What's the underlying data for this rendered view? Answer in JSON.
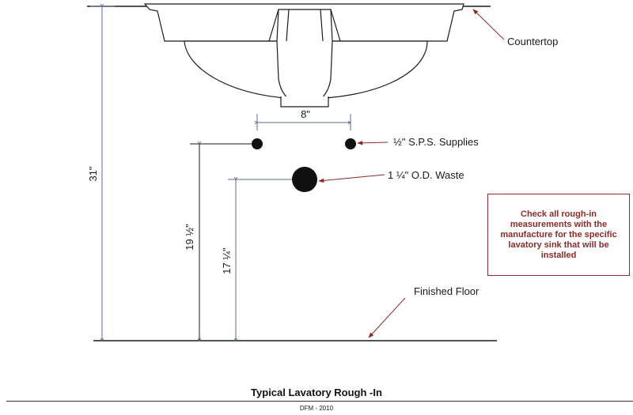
{
  "labels": {
    "countertop": "Countertop",
    "supplies": "½\" S.P.S. Supplies",
    "waste": "1 ¼\" O.D. Waste",
    "finished_floor": "Finished Floor",
    "dim_spacing": "8\"",
    "dim_counter_height": "31\"",
    "dim_supply_height": "19 ½\"",
    "dim_waste_height": "17 ¼\""
  },
  "note": "Check all rough-in measurements with the manufacture for the specific lavatory sink that will be installed",
  "title": "Typical Lavatory Rough -In",
  "credit": "DFM - 2010",
  "colors": {
    "line": "#1a1a1a",
    "dimension": "#5a6b8a",
    "leader": "#8b2a2a",
    "note": "#8b2a2a"
  }
}
